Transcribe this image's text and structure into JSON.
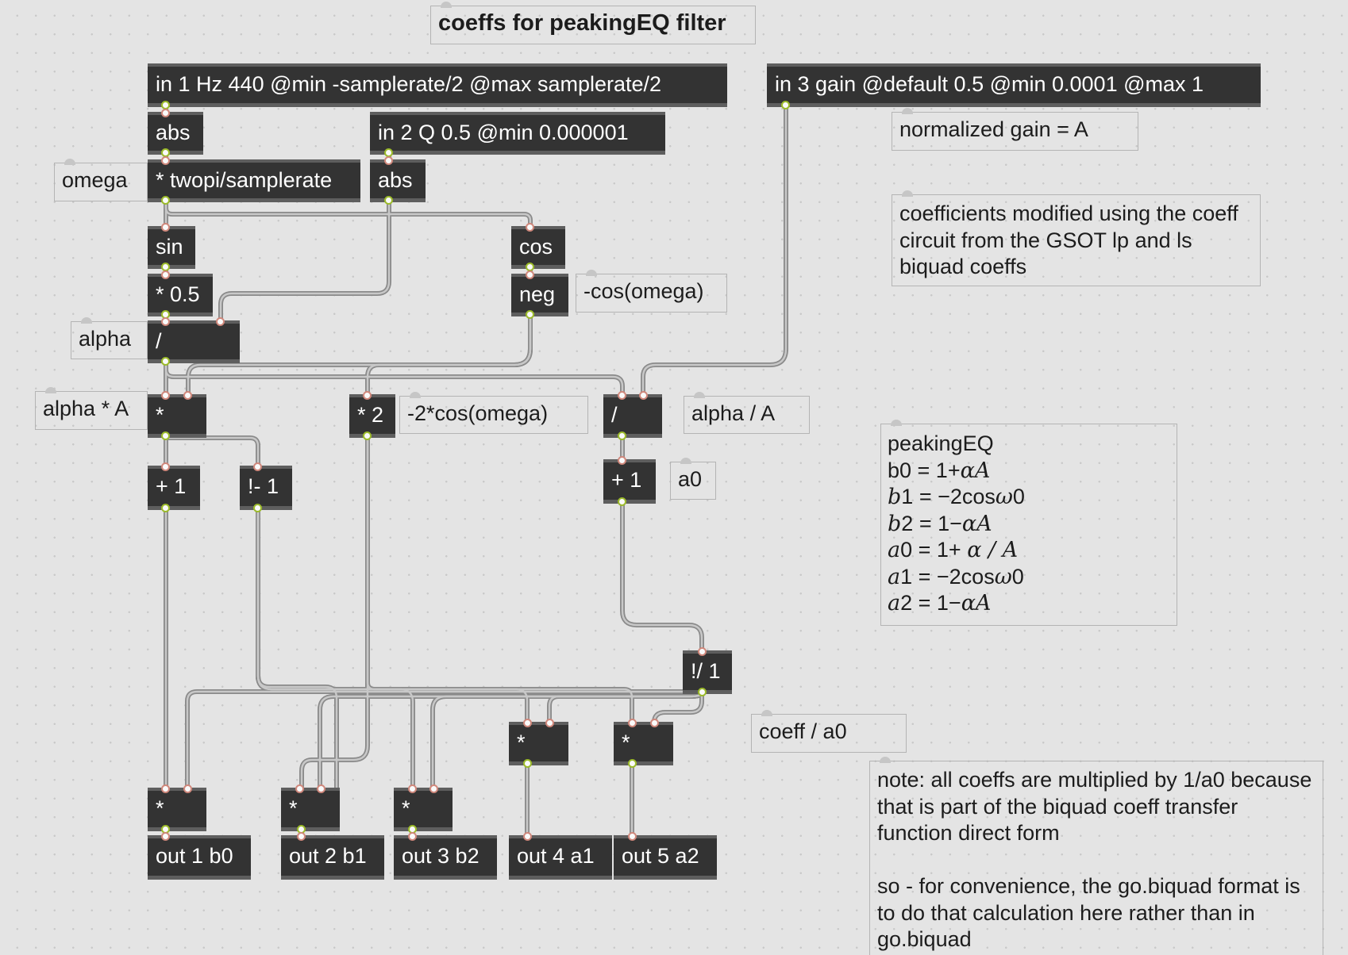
{
  "patcher": {
    "title": "coeffs for peakingEQ filter",
    "objects": {
      "in1": "in 1 Hz 440 @min -samplerate/2 @max samplerate/2",
      "in3": "in 3 gain @default 0.5 @min 0.0001 @max 1",
      "abs1": "abs",
      "in2": "in 2 Q 0.5 @min 0.000001",
      "twopi": "* twopi/samplerate",
      "abs2": "abs",
      "sin": "sin",
      "cos": "cos",
      "mul_half": "* 0.5",
      "neg": "neg",
      "div_alpha": "/",
      "mul_alphaA": "*",
      "mul_two": "* 2",
      "div_alphaA": "/",
      "plus1_b0": "+ 1",
      "rminus1": "!- 1",
      "plus1_a0": "+ 1",
      "rdiv1": "!/ 1",
      "mul_a1": "*",
      "mul_a2": "*",
      "mul_b0": "*",
      "mul_b1": "*",
      "mul_b2": "*",
      "out1": "out 1 b0",
      "out2": "out 2 b1",
      "out3": "out 3 b2",
      "out4": "out 4 a1",
      "out5": "out 5 a2"
    },
    "comments": {
      "normalized_gain": "normalized gain = A",
      "coeff_note": "coefficients modified using the coeff circuit from the GSOT lp and ls biquad coeffs",
      "omega": "omega",
      "neg_cos": "-cos(omega)",
      "alpha": "alpha",
      "alpha_times_A": "alpha * A",
      "two_cos": "-2*cos(omega)",
      "alpha_div_A": "alpha / A",
      "a0": "a0",
      "coeff_div_a0": "coeff / a0",
      "note_line1": "note: all coeffs are multiplied by 1/a0 because that is part of the biquad coeff transfer function direct form",
      "note_line2": "so - for convenience, the go.biquad format is to do that calculation here rather than in go.biquad"
    },
    "peaking_eq": {
      "heading": "peakingEQ",
      "b0": "b0 = 1+",
      "b0_term": "αA",
      "b1_var": "b",
      "b1": "1 = −2cos",
      "b1_term": "ω",
      "b1_tail": "0",
      "b2_var": "b",
      "b2": "2 = 1−",
      "b2_term": "αA",
      "a0_var": "a",
      "a0": "0 = 1+ ",
      "a0_term": "α / A",
      "a1_var": "a",
      "a1": "1 = −2cos",
      "a1_term": "ω",
      "a1_tail": "0",
      "a2_var": "a",
      "a2": "2 = 1−",
      "a2_term": "αA"
    }
  }
}
